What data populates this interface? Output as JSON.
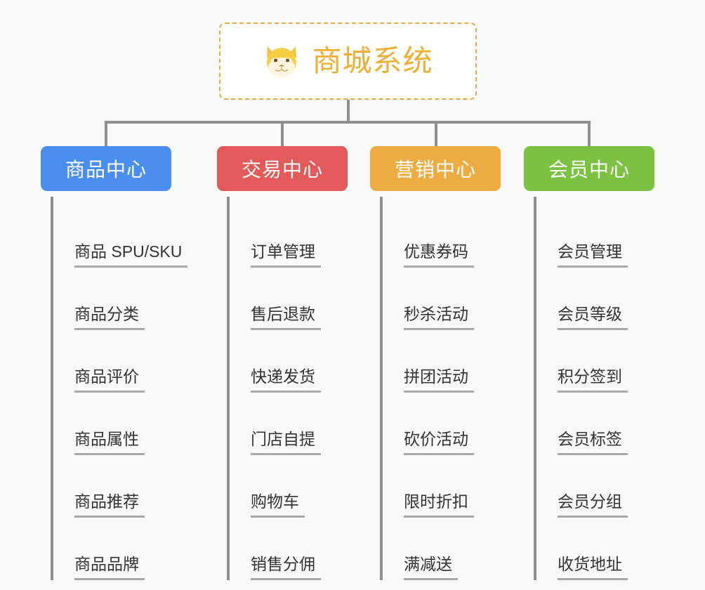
{
  "background": "#f8f8f8",
  "root": {
    "title": "商城系统",
    "icon": "dog-face-icon",
    "text_color": "#edb035",
    "border_color": "#e9a93f",
    "fill": "#ffffff"
  },
  "connector_color": "#8e8e8e",
  "leaf_underline_color": "#a8a8a8",
  "leaf_text_color": "#333333",
  "columns": [
    {
      "id": "product-center",
      "title": "商品中心",
      "color": "#4a8ef0",
      "items": [
        "商品 SPU/SKU",
        "商品分类",
        "商品评价",
        "商品属性",
        "商品推荐",
        "商品品牌"
      ]
    },
    {
      "id": "trade-center",
      "title": "交易中心",
      "color": "#e25b5b",
      "items": [
        "订单管理",
        "售后退款",
        "快递发货",
        "门店自提",
        "购物车",
        "销售分佣"
      ]
    },
    {
      "id": "marketing-center",
      "title": "营销中心",
      "color": "#eeab41",
      "items": [
        "优惠券码",
        "秒杀活动",
        "拼团活动",
        "砍价活动",
        "限时折扣",
        "满减送"
      ]
    },
    {
      "id": "member-center",
      "title": "会员中心",
      "color": "#7cc242",
      "items": [
        "会员管理",
        "会员等级",
        "积分签到",
        "会员标签",
        "会员分组",
        "收货地址"
      ]
    }
  ]
}
